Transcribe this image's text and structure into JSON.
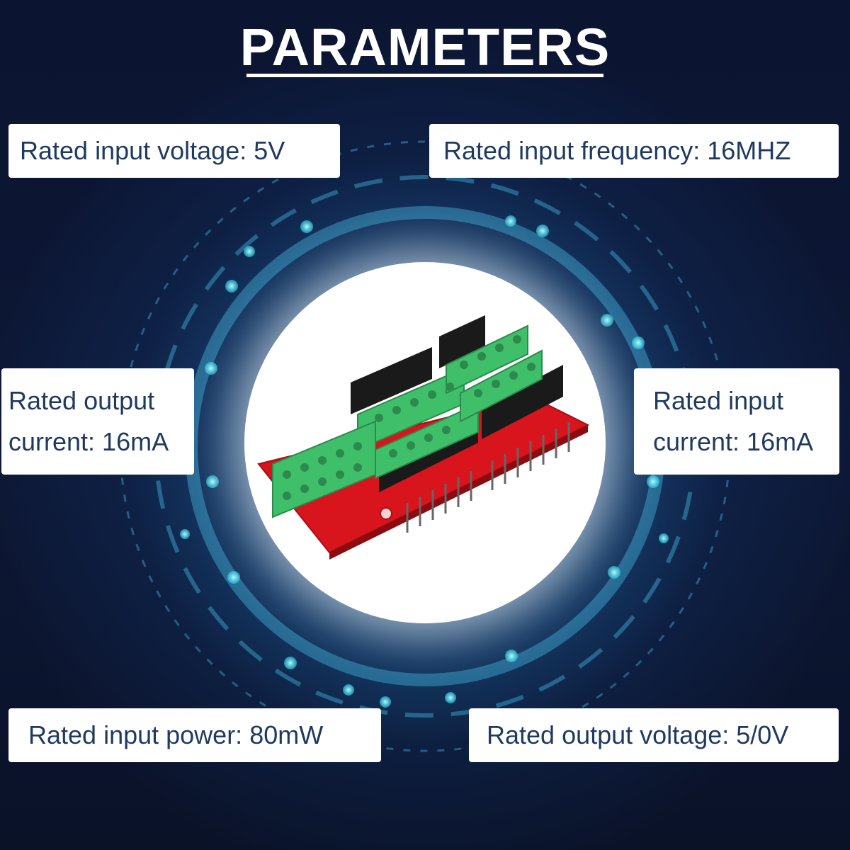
{
  "title": "PARAMETERS",
  "specs": [
    {
      "text": "Rated input voltage: 5V"
    },
    {
      "text": "Rated input frequency: 16MHZ"
    },
    {
      "line1": "Rated output",
      "line2": "current: 16mA"
    },
    {
      "line1": "Rated input",
      "line2": "current: 16mA"
    },
    {
      "text": "Rated input power: 80mW"
    },
    {
      "text": "Rated output voltage: 5/0V"
    }
  ],
  "colors": {
    "background": "#0a1226",
    "glow": "#3cc8ff",
    "card_text": "#1f3a5f",
    "pcb_red": "#d8141c",
    "terminal_green": "#3fbf6a",
    "header_black": "#1a1a1a"
  }
}
